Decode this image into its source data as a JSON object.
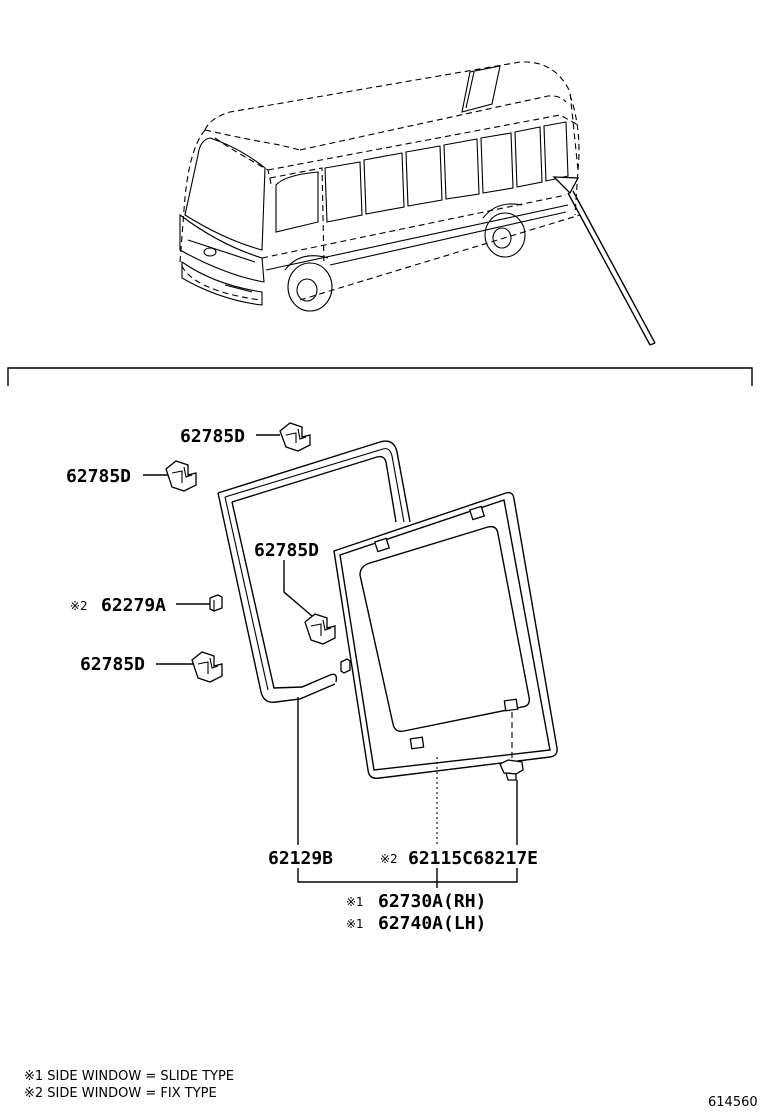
{
  "labels": {
    "clip_top": "62785D",
    "clip_upper_left": "62785D",
    "clip_middle": "62785D",
    "spacer_mark": "※2",
    "spacer": "62279A",
    "clip_lower_left": "62785D",
    "weatherstrip": "62129B",
    "glass_mark": "※2",
    "glass": "62115C",
    "clip_small": "68217E",
    "assy_rh_mark": "※1",
    "assy_rh": "62730A(RH)",
    "assy_lh_mark": "※1",
    "assy_lh": "62740A(LH)"
  },
  "notes": [
    "※1  SIDE WINDOW = SLIDE TYPE",
    "※2  SIDE WINDOW = FIX TYPE"
  ],
  "figure_number": "614560"
}
